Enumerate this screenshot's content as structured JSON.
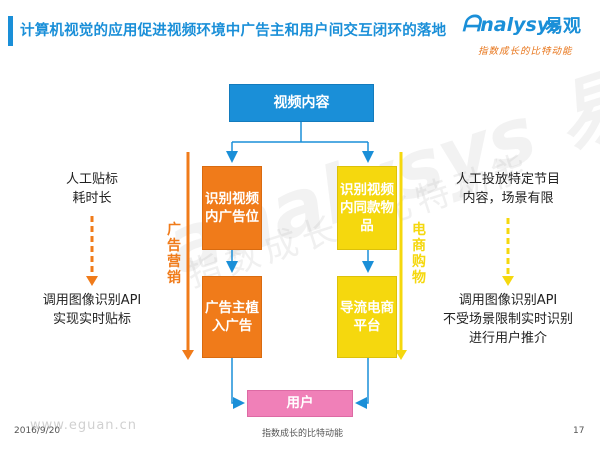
{
  "header": {
    "title": "计算机视觉的应用促进视频环境中广告主和用户间交互闭环的落地",
    "logo_en": "nalysys",
    "logo_cn": "易观",
    "logo_slogan": "指数成长的比特动能"
  },
  "diagram": {
    "top_node": "视频内容",
    "left_top_node": "识别视频内广告位",
    "left_bottom_node": "广告主植入广告",
    "right_top_node": "识别视频内同款物品",
    "right_bottom_node": "导流电商平台",
    "bottom_node": "用户",
    "left_vertical_label": "广告营销",
    "right_vertical_label": "电商购物"
  },
  "left_side": {
    "before": [
      "人工贴标",
      "耗时长"
    ],
    "after": [
      "调用图像识别API",
      "实现实时贴标"
    ]
  },
  "right_side": {
    "before": [
      "人工投放特定节目",
      "内容，场景有限"
    ],
    "after": [
      "调用图像识别API",
      "不受场景限制实时识别",
      "进行用户推介"
    ]
  },
  "watermark": {
    "text": "analysys 易观",
    "slogan": "指数成长的比特动能",
    "url": "www.eguan.cn"
  },
  "footer": {
    "date": "2016/9/20",
    "slogan": "指数成长的比特动能",
    "page": "17"
  },
  "colors": {
    "blue": "#1a8fd8",
    "orange": "#f07b1a",
    "yellow": "#f5d80e",
    "pink": "#f080b8"
  }
}
